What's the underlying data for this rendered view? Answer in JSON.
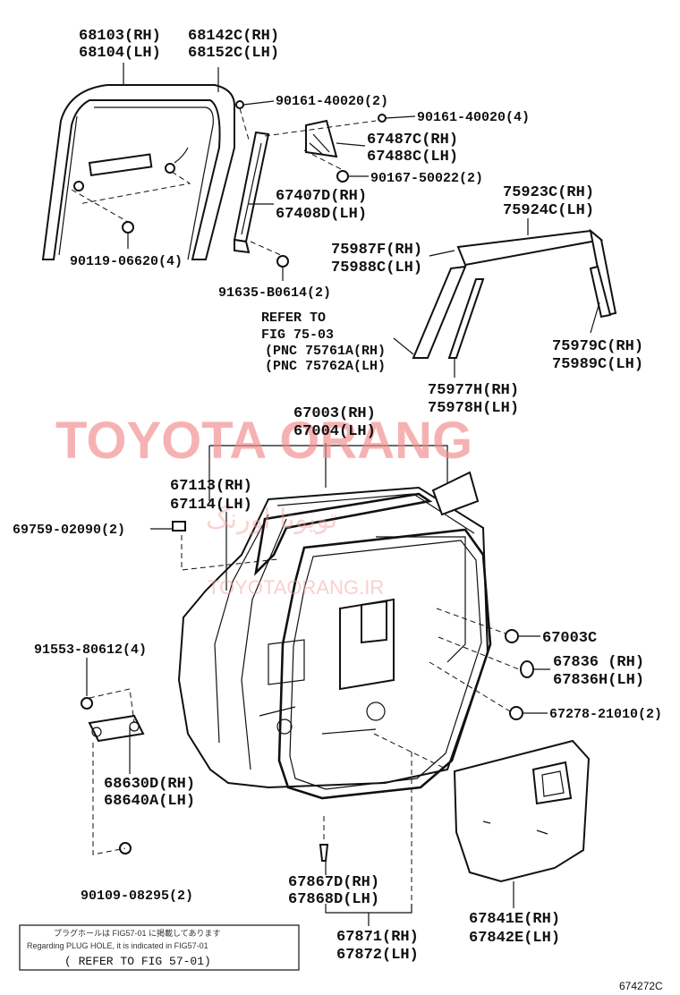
{
  "labels": {
    "p68103": "68103(RH)",
    "p68104": "68104(LH)",
    "p68142c": "68142C(RH)",
    "p68152c": "68152C(LH)",
    "p90161a": "90161-40020(2)",
    "p90161b": "90161-40020(4)",
    "p67487c": "67487C(RH)",
    "p67488c": "67488C(LH)",
    "p90167": "90167-50022(2)",
    "p67407d": "67407D(RH)",
    "p67408d": "67408D(LH)",
    "p90119": "90119-06620(4)",
    "p75923c": "75923C(RH)",
    "p75924c": "75924C(LH)",
    "p75987f": "75987F(RH)",
    "p75988c": "75988C(LH)",
    "p91635": "91635-B0614(2)",
    "refer1": "REFER TO",
    "refer2": "FIG 75-03",
    "refer3": "(PNC 75761A(RH)",
    "refer4": "(PNC 75762A(LH)",
    "p75979c": "75979C(RH)",
    "p75989c": "75989C(LH)",
    "p75977h": "75977H(RH)",
    "p75978h": "75978H(LH)",
    "p67003": "67003(RH)",
    "p67004": "67004(LH)",
    "p67113": "67113(RH)",
    "p67114": "67114(LH)",
    "p69759": "69759-02090(2)",
    "p91553": "91553-80612(4)",
    "p67003c": "67003C",
    "p67836": "67836 (RH)",
    "p67836h": "67836H(LH)",
    "p67278": "67278-21010(2)",
    "p68630d": "68630D(RH)",
    "p68640a": "68640A(LH)",
    "p90109": "90109-08295(2)",
    "p67867d": "67867D(RH)",
    "p67868d": "67868D(LH)",
    "p67841e": "67841E(RH)",
    "p67842e": "67842E(LH)",
    "p67871": "67871(RH)",
    "p67872": "67872(LH)"
  },
  "note": {
    "line1": "プラグホールは FIG57-01 に掲載してあります",
    "line2": "Regarding PLUG HOLE, it is indicated in FIG57-01",
    "line3": "( REFER TO FIG 57-01)"
  },
  "watermark": {
    "main": "TOYOTA ORANG",
    "persian": "تویوتا اورنگ",
    "site": "TOYOTAORANG.IR"
  },
  "figure_code": "674272C"
}
